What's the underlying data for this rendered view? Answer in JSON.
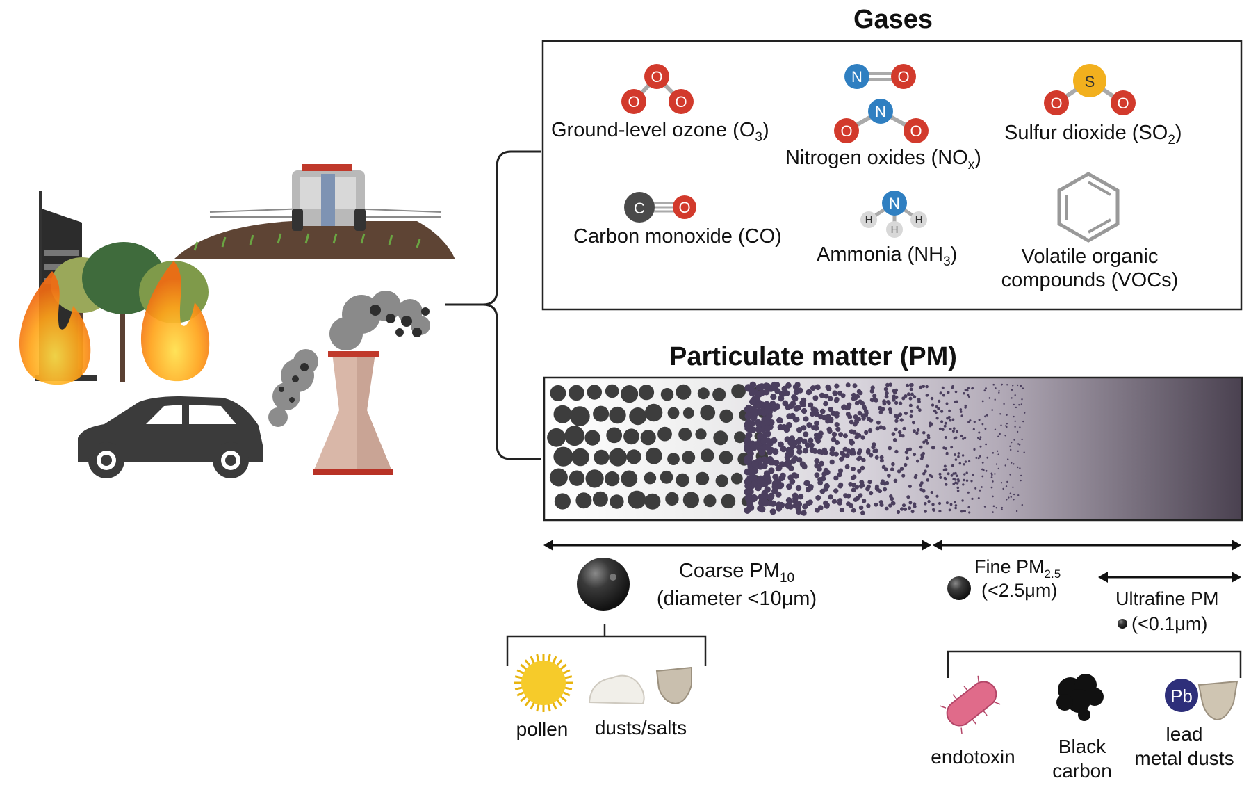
{
  "headings": {
    "gases": "Gases",
    "pm": "Particulate matter (PM)"
  },
  "gases": {
    "ozone": {
      "name": "Ground-level ozone (O",
      "sub": "3",
      "close": ")"
    },
    "nox": {
      "name": "Nitrogen oxides (NO",
      "sub": "x",
      "close": ")"
    },
    "so2": {
      "name": "Sulfur dioxide (SO",
      "sub": "2",
      "close": ")"
    },
    "co": {
      "name": "Carbon monoxide (CO)"
    },
    "nh3": {
      "name": "Ammonia (NH",
      "sub": "3",
      "close": ")"
    },
    "voc": {
      "line1": "Volatile organic",
      "line2": "compounds (VOCs)"
    }
  },
  "atoms": {
    "o": "O",
    "n": "N",
    "s": "S",
    "c": "C",
    "h": "H",
    "pb": "Pb"
  },
  "pm_sizes": {
    "coarse": {
      "name": "Coarse PM",
      "sub": "10",
      "detail": "(diameter <10μm)"
    },
    "fine": {
      "name": "Fine PM",
      "sub": "2.5",
      "detail": "(<2.5μm)"
    },
    "ultrafine": {
      "name": "Ultrafine PM",
      "detail": "(<0.1μm)"
    }
  },
  "coarse_examples": {
    "pollen": "pollen",
    "dusts": "dusts/salts"
  },
  "fine_examples": {
    "endotoxin": "endotoxin",
    "black_carbon_1": "Black",
    "black_carbon_2": "carbon",
    "lead_1": "lead",
    "lead_2": "metal dusts"
  },
  "colors": {
    "oxygen": "#d23a2c",
    "nitrogen": "#2f7fc1",
    "sulfur": "#f2b01e",
    "carbon": "#4a4a4a",
    "hydrogen": "#d8d8d8",
    "lead": "#2e2f7a",
    "particle": "#3d3d3d",
    "fine_particle": "#4b3f5e",
    "pm_gradient_end": "#4a4150"
  }
}
